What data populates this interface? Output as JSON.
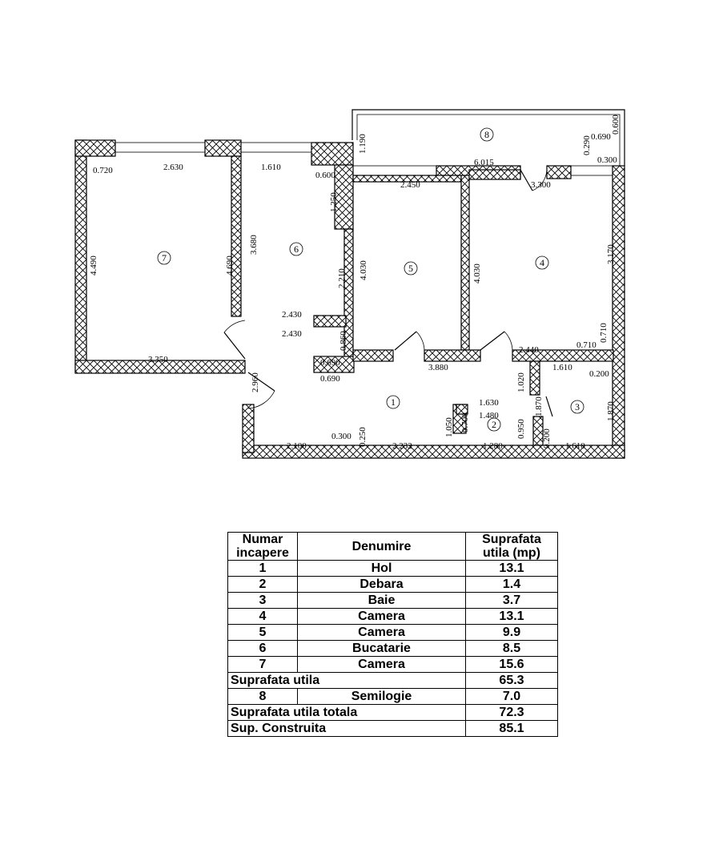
{
  "plan": {
    "rooms": [
      {
        "number": "1"
      },
      {
        "number": "2"
      },
      {
        "number": "3"
      },
      {
        "number": "4"
      },
      {
        "number": "5"
      },
      {
        "number": "6"
      },
      {
        "number": "7"
      },
      {
        "number": "8"
      }
    ],
    "dimensions": [
      "0.720",
      "2.630",
      "1.610",
      "0.600",
      "1.190",
      "6.015",
      "0.290",
      "0.690",
      "0.600",
      "0.300",
      "2.450",
      "3.300",
      "1.250",
      "3.680",
      "4.690",
      "4.490",
      "2.210",
      "4.030",
      "4.030",
      "3.170",
      "2.430",
      "2.430",
      "0.860",
      "0.710",
      "0.710",
      "3.350",
      "0.690",
      "0.690",
      "3.880",
      "2.440",
      "1.610",
      "0.200",
      "1.020",
      "2.960",
      "1.630",
      "1.480",
      "1.870",
      "1.870",
      "0.700",
      "1.050",
      "0.950",
      "0.200",
      "0.300",
      "0.250",
      "2.100",
      "2.232",
      "1.280",
      "1.610"
    ]
  },
  "table": {
    "headers": [
      "Numar incapere",
      "Denumire",
      "Suprafata utila (mp)"
    ],
    "rows": [
      {
        "nr": "1",
        "name": "Hol",
        "area": "13.1"
      },
      {
        "nr": "2",
        "name": "Debara",
        "area": "1.4"
      },
      {
        "nr": "3",
        "name": "Baie",
        "area": "3.7"
      },
      {
        "nr": "4",
        "name": "Camera",
        "area": "13.1"
      },
      {
        "nr": "5",
        "name": "Camera",
        "area": "9.9"
      },
      {
        "nr": "6",
        "name": "Bucatarie",
        "area": "8.5"
      },
      {
        "nr": "7",
        "name": "Camera",
        "area": "15.6"
      }
    ],
    "subtotal": {
      "label": "Suprafata utila",
      "area": "65.3"
    },
    "balcony": {
      "nr": "8",
      "name": "Semilogie",
      "area": "7.0"
    },
    "total": {
      "label": "Suprafata utila totala",
      "area": "72.3"
    },
    "built": {
      "label": "Sup. Construita",
      "area": "85.1"
    }
  }
}
